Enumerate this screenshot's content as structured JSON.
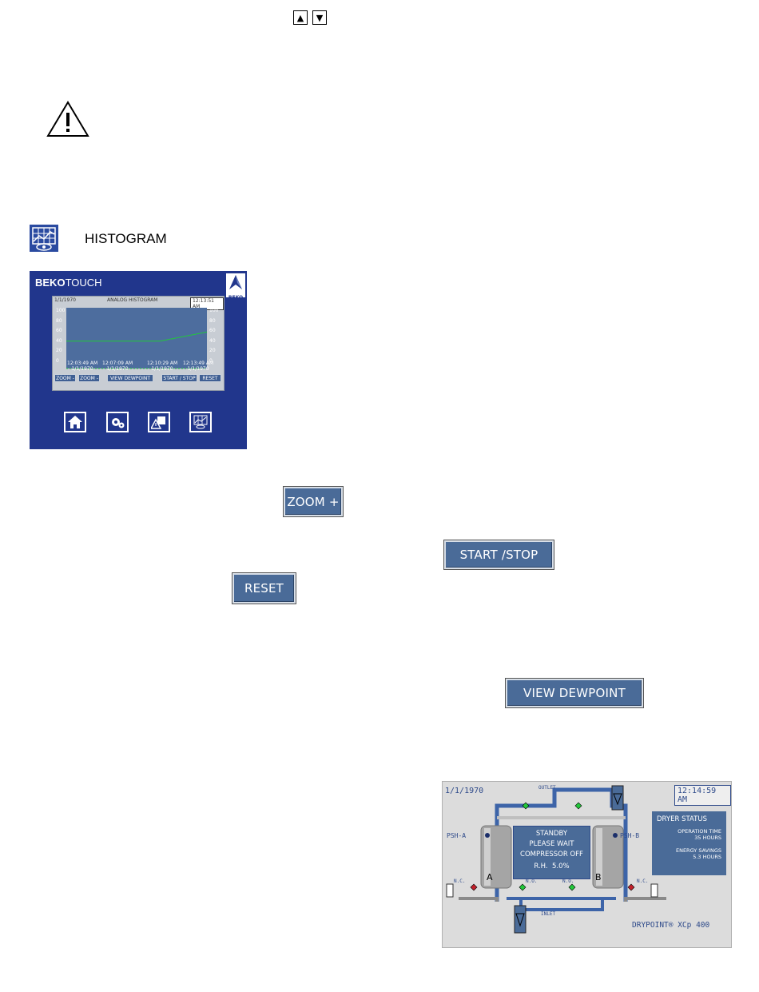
{
  "top_controls": {
    "up_symbol": "▲",
    "down_symbol": "▼"
  },
  "histogram_section": {
    "label": "HISTOGRAM"
  },
  "beko_panel": {
    "brand_bold": "BEKO",
    "brand_light": "TOUCH",
    "logo_text": "BEKO",
    "date": "1/1/1970",
    "title": "ANALOG HISTOGRAM",
    "time": "12:13:51 AM",
    "left_ticks": [
      "100",
      "80",
      "60",
      "40",
      "20",
      "0"
    ],
    "right_ticks": [
      "100",
      "80",
      "60",
      "40",
      "20",
      "0"
    ],
    "x_labels": [
      {
        "time": "12:03:49 AM",
        "date": "1/1/1970"
      },
      {
        "time": "12:07:09 AM",
        "date": "1/1/1970"
      },
      {
        "time": "12:10:29 AM",
        "date": "1/1/1970"
      },
      {
        "time": "12:13:49 AM",
        "date": "1/1/1970"
      }
    ],
    "buttons": {
      "zoom_minus": "ZOOM -",
      "zoom_minus_2": "ZOOM -",
      "view_dewpoint": "VIEW DEWPOINT",
      "start_stop": "START / STOP",
      "reset": "RESET"
    },
    "nav_icons": [
      "home-icon",
      "gears-icon",
      "alarm-icon",
      "histogram-icon"
    ]
  },
  "chart_data": {
    "type": "line",
    "title": "ANALOG HISTOGRAM",
    "x": [
      "12:03:49 AM",
      "12:07:09 AM",
      "12:10:29 AM",
      "12:13:49 AM"
    ],
    "series": [
      {
        "values": [
          45,
          45,
          45,
          60
        ],
        "color": "#22c83a"
      },
      {
        "values": [
          0,
          0,
          0,
          0
        ],
        "color": "#22c83a"
      }
    ],
    "ylim": [
      0,
      100
    ],
    "grid": false
  },
  "buttons": {
    "zoom_plus": "ZOOM +",
    "start_stop": "START /STOP",
    "reset": "RESET",
    "view_dewpoint": "VIEW DEWPOINT"
  },
  "dryer_screen": {
    "date": "1/1/1970",
    "time": "12:14:59 AM",
    "outlet": "OUTLET",
    "inlet": "INLET",
    "psh_a": "PSH-A",
    "psh_b": "PSH-B",
    "tower_a": "A",
    "tower_b": "B",
    "nc_left": "N.C.",
    "no_left": "N.O.",
    "no_right": "N.O.",
    "nc_right": "N.C.",
    "status_lines": [
      "STANDBY",
      "PLEASE WAIT",
      "COMPRESSOR OFF"
    ],
    "rh_label": "R.H.",
    "rh_value": "5.0%",
    "dryer_status_title": "DRYER STATUS",
    "operation_time_label": "OPERATION TIME",
    "operation_time_value": "35 HOURS",
    "energy_savings_label": "ENERGY SAVINGS",
    "energy_savings_value": "5.3 HOURS",
    "model": "DRYPOINT® XCp 400"
  },
  "colors": {
    "panel_blue": "#21368c",
    "button_blue": "#4a6b98",
    "line_green": "#22c83a",
    "pipe_blue": "#3d64a8"
  }
}
